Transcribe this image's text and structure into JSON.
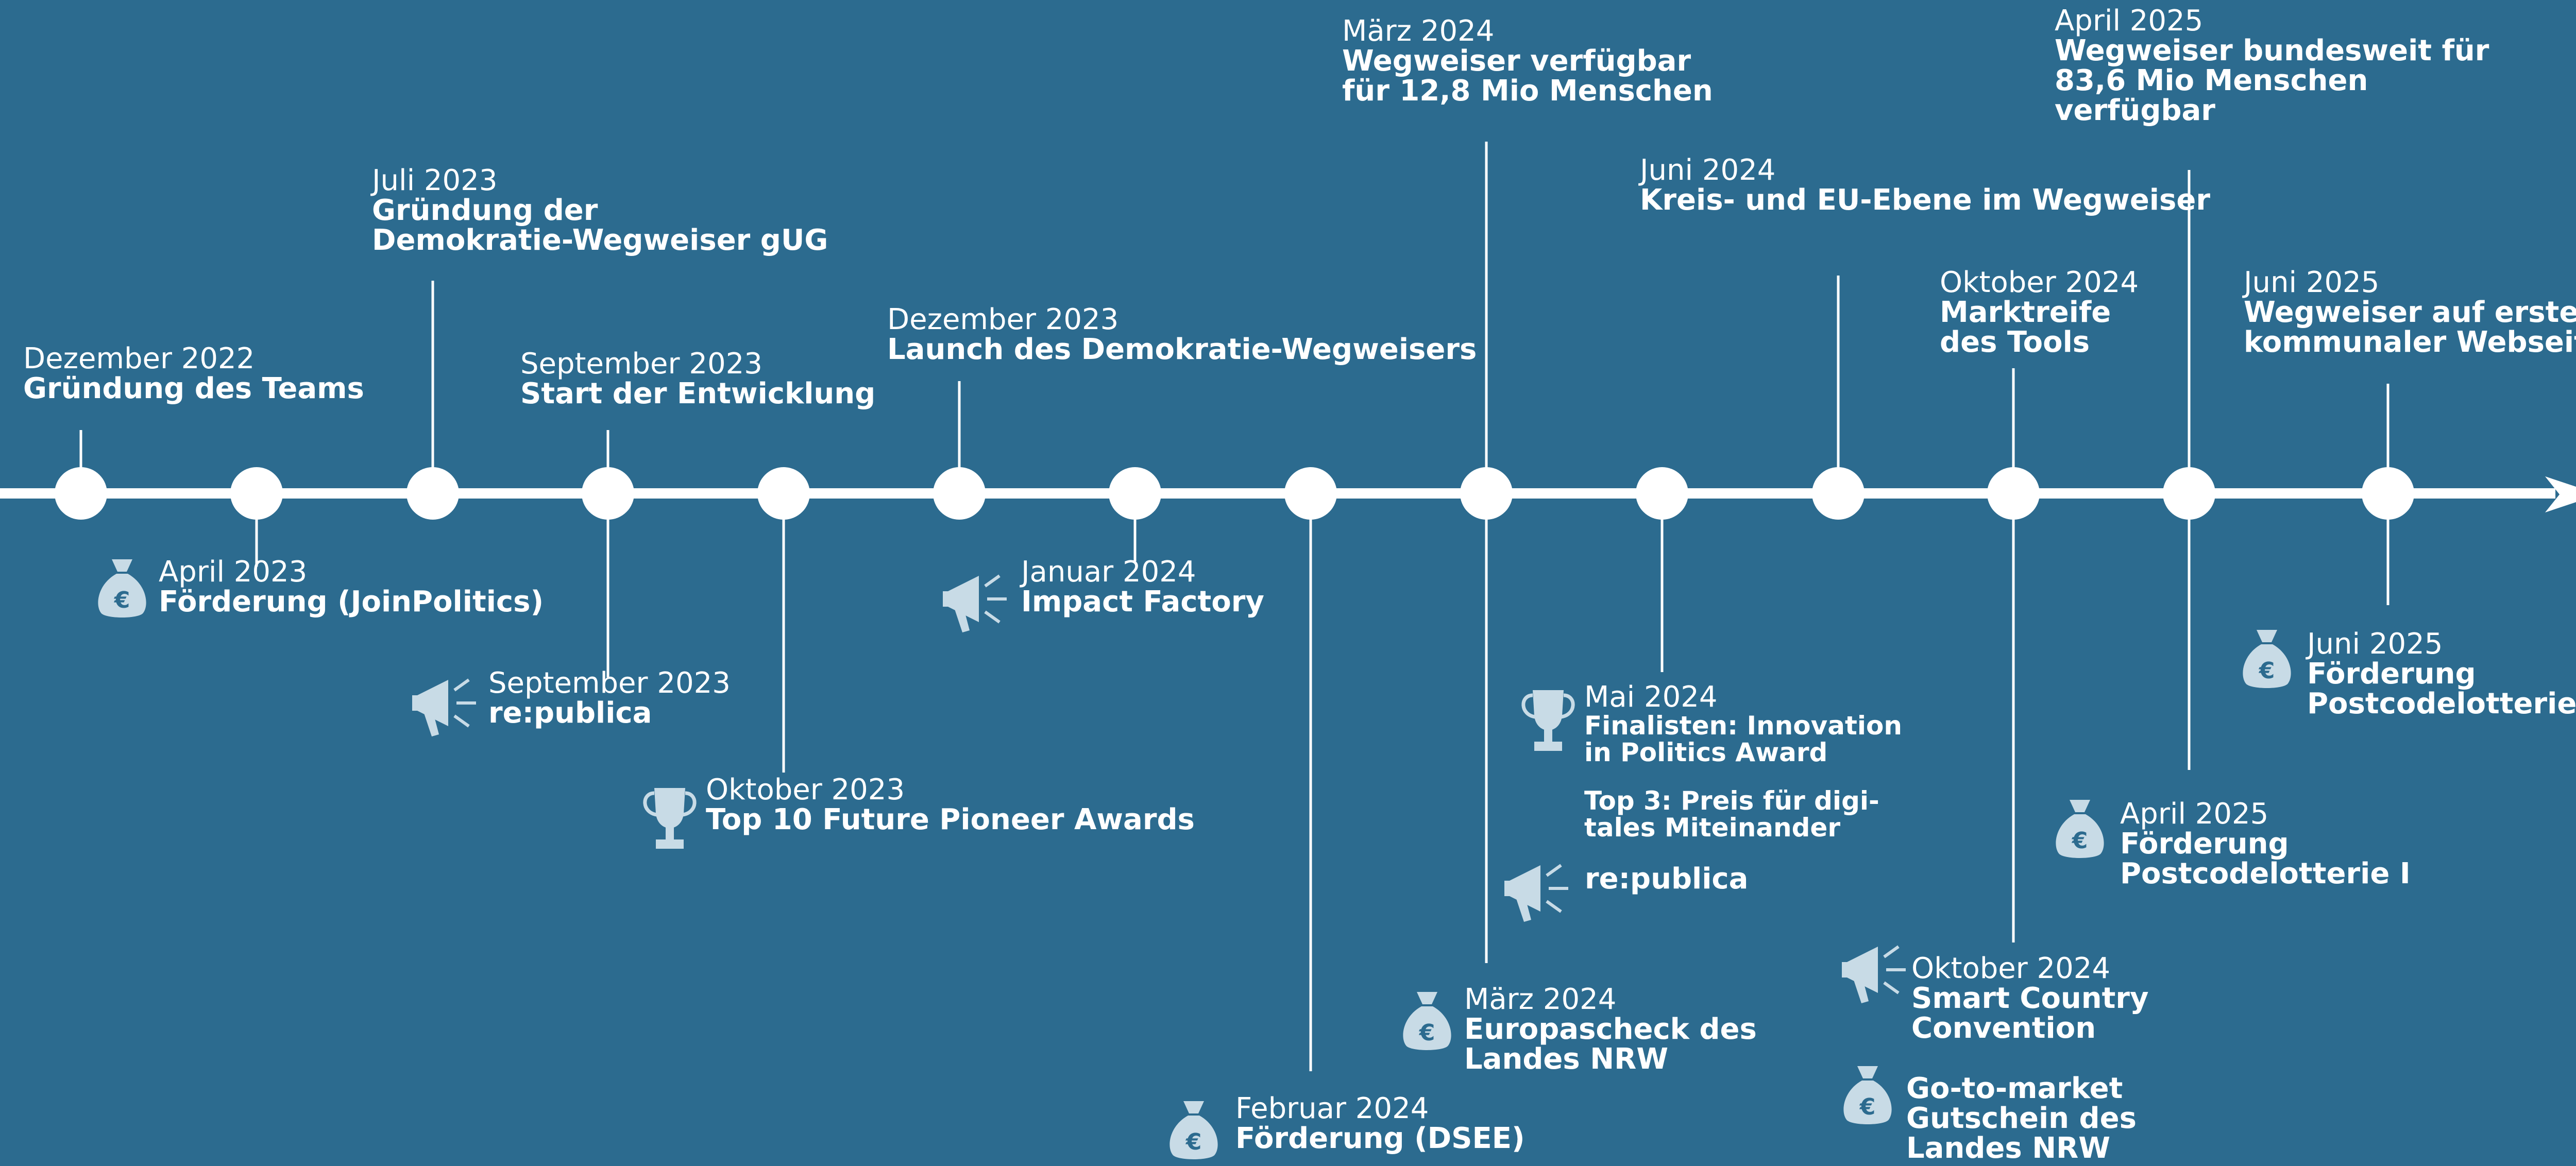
{
  "colors": {
    "background": "#2c6b8f",
    "line": "#ffffff",
    "icon": "#c8dbe6"
  },
  "milestones_above": [
    {
      "date": "Dezember 2022",
      "title": "Gründung des Teams"
    },
    {
      "date": "Juli 2023",
      "title": "Gründung der\nDemokratie-Wegweiser gUG"
    },
    {
      "date": "September 2023",
      "title": "Start der Entwicklung"
    },
    {
      "date": "Dezember 2023",
      "title": "Launch des Demokratie-Wegweisers"
    },
    {
      "date": "März 2024",
      "title": "Wegweiser verfügbar\nfür 12,8 Mio Menschen"
    },
    {
      "date": "Juni 2024",
      "title": "Kreis- und EU-Ebene im Wegweiser"
    },
    {
      "date": "Oktober 2024",
      "title": "Marktreife\ndes Tools"
    },
    {
      "date": "April 2025",
      "title": "Wegweiser bundesweit für\n83,6 Mio Menschen\nverfügbar"
    },
    {
      "date": "Juni 2025",
      "title": "Wegweiser auf erster\nkommunaler Webseite"
    }
  ],
  "events_below": [
    {
      "date": "April 2023",
      "title": "Förderung (JoinPolitics)",
      "icon": "money-bag-icon"
    },
    {
      "date": "September 2023",
      "title": "re:publica",
      "icon": "megaphone-icon"
    },
    {
      "date": "Oktober 2023",
      "title": "Top 10 Future Pioneer Awards",
      "icon": "trophy-icon"
    },
    {
      "date": "Januar 2024",
      "title": "Impact Factory",
      "icon": "megaphone-icon"
    },
    {
      "date": "Februar 2024",
      "title": "Förderung (DSEE)",
      "icon": "money-bag-icon"
    },
    {
      "date": "März 2024",
      "title": "Europascheck des\nLandes NRW",
      "icon": "money-bag-icon"
    },
    {
      "date": "Mai 2024",
      "title": "Finalisten: Innovation\nin Politics Award",
      "title2": "Top 3: Preis für digi-\ntales Miteinander",
      "title3": "re:publica",
      "icon": "trophy-icon"
    },
    {
      "date": "Oktober 2024",
      "title": "Smart Country\nConvention",
      "title2": "Go-to-market\nGutschein des\nLandes NRW",
      "icon": "megaphone-icon"
    },
    {
      "date": "April 2025",
      "title": "Förderung\nPostcodelotterie I",
      "icon": "money-bag-icon"
    },
    {
      "date": "Juni 2025",
      "title": "Förderung\nPostcodelotterie II",
      "icon": "money-bag-icon"
    }
  ]
}
